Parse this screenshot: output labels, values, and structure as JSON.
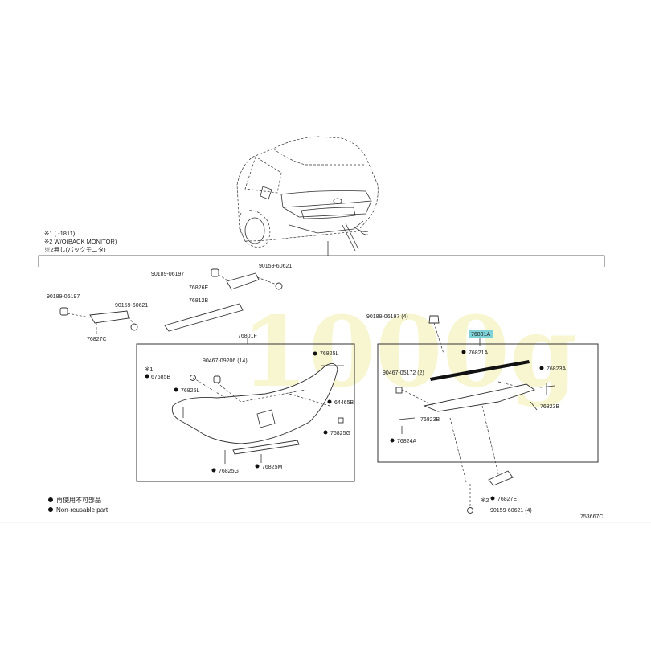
{
  "watermark": "1000g",
  "notes": [
    "※1 (      -1811)",
    "※2 W/O(BACK MONITOR)",
    "※2無し(バックモニタ)"
  ],
  "legend": [
    "再使用不可部品",
    "Non-reusable part"
  ],
  "illustration_code": "753667C",
  "highlight_color": "#7fd3d8",
  "left_group": {
    "labels": {
      "p90189_a": "90189-06197",
      "p90159_a": "90159-60621",
      "p76827C": "76827C",
      "p90189_b": "90189-06197",
      "p76826E": "76826E",
      "p76812B": "76812B",
      "p90159_b": "90159-60621"
    }
  },
  "box_left": {
    "title": "76801F",
    "note_mark": "※1",
    "labels": {
      "p90467": "90467-09206 (14)",
      "p67685B": "67685B",
      "p76825L_top": "76825L",
      "p76825L_left": "76825L",
      "p64465B": "64465B",
      "p76825G_right": "76825G",
      "p76825G_bottom": "76825G",
      "p76825M": "76825M"
    }
  },
  "box_right": {
    "labels": {
      "p90189": "90189-06197 (4)",
      "p76801A": "76801A",
      "p76821A": "76821A",
      "p90467": "90467-05172 (2)",
      "p76823A": "76823A",
      "p76823B_right": "76823B",
      "p76823B_left": "76823B",
      "p76824A": "76824A",
      "p76827E": "76827E",
      "note_mark": "※2",
      "p90159": "90159-60621 (4)"
    }
  }
}
